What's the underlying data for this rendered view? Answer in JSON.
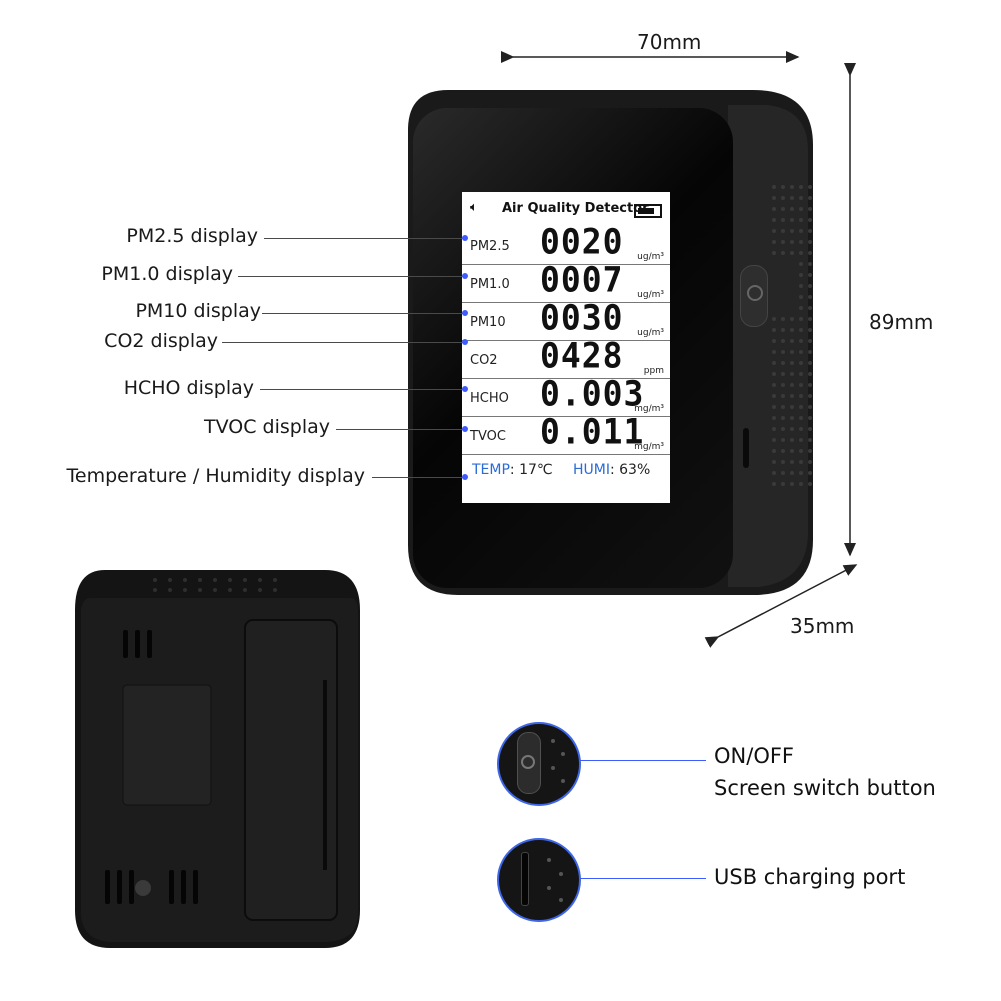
{
  "dimensions": {
    "width": "70mm",
    "height": "89mm",
    "depth": "35mm"
  },
  "labels": {
    "pm25": "PM2.5 display",
    "pm10_1": "PM1.0 display",
    "pm10": "PM10 display",
    "co2": "CO2 display",
    "hcho": "HCHO display",
    "tvoc": "TVOC display",
    "temp_humi": "Temperature / Humidity display"
  },
  "screen": {
    "title": "Air Quality Detector",
    "rows": [
      {
        "name": "PM2.5",
        "value": "0020",
        "unit": "ug/m³"
      },
      {
        "name": "PM1.0",
        "value": "0007",
        "unit": "ug/m³"
      },
      {
        "name": "PM10",
        "value": "0030",
        "unit": "ug/m³"
      },
      {
        "name": "CO2",
        "value": "0428",
        "unit": "ppm"
      },
      {
        "name": "HCHO",
        "value": "0.003",
        "unit": "mg/m³"
      },
      {
        "name": "TVOC",
        "value": "0.011",
        "unit": "mg/m³"
      }
    ],
    "temp_label": "TEMP",
    "temp_value": ": 17℃",
    "humi_label": "HUMI",
    "humi_value": ": 63%"
  },
  "callouts": {
    "button_line1": "ON/OFF",
    "button_line2": "Screen switch button",
    "usb": "USB charging port"
  },
  "colors": {
    "accent_blue": "#3d5cff",
    "screen_blue": "#2a6bd6"
  }
}
